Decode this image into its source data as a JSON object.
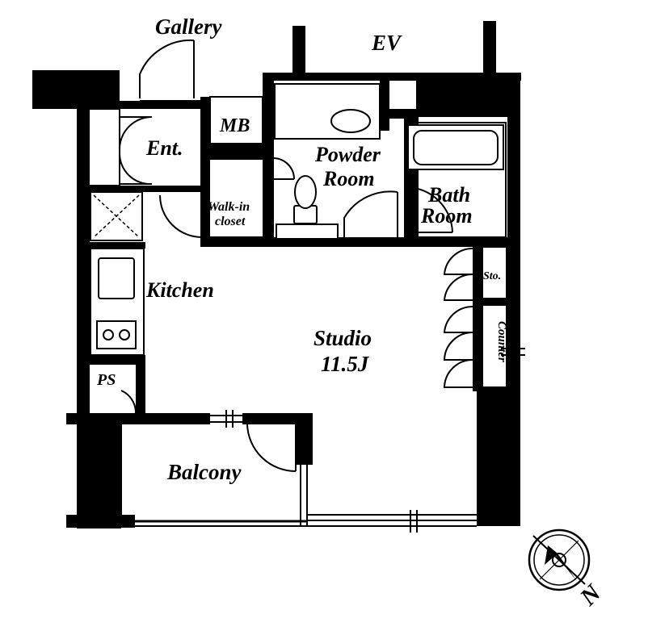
{
  "floorplan": {
    "labels": {
      "gallery": "Gallery",
      "ev": "EV",
      "mb": "MB",
      "entrance": "Ent.",
      "powder_room_1": "Powder",
      "powder_room_2": "Room",
      "bath_room_1": "Bath",
      "bath_room_2": "Room",
      "walkin_1": "Walk-in",
      "walkin_2": "closet",
      "kitchen": "Kitchen",
      "storage": "Sto.",
      "counter": "Counter",
      "studio": "Studio",
      "studio_size": "11.5J",
      "ps": "PS",
      "balcony": "Balcony"
    },
    "compass": {
      "direction_label": "N",
      "icon": "north-arrow-icon"
    },
    "colors": {
      "wall": "#000000",
      "background": "#ffffff"
    }
  }
}
